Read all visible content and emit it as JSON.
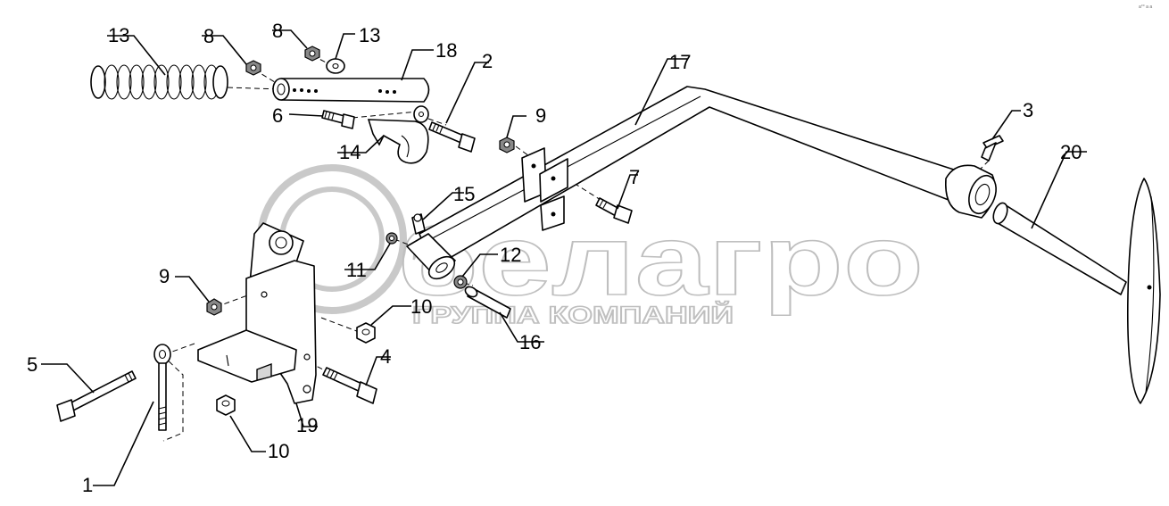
{
  "watermark": {
    "brand": "белагро",
    "tagline": "ГРУППА КОМПАНИЙ"
  },
  "corner_code": "a°° a a",
  "callouts": [
    {
      "id": "c1",
      "text": "1"
    },
    {
      "id": "c2",
      "text": "2"
    },
    {
      "id": "c3",
      "text": "3"
    },
    {
      "id": "c4",
      "text": "4"
    },
    {
      "id": "c5",
      "text": "5"
    },
    {
      "id": "c6",
      "text": "6"
    },
    {
      "id": "c7",
      "text": "7"
    },
    {
      "id": "c8a",
      "text": "8"
    },
    {
      "id": "c8b",
      "text": "8"
    },
    {
      "id": "c9a",
      "text": "9"
    },
    {
      "id": "c9b",
      "text": "9"
    },
    {
      "id": "c10a",
      "text": "10"
    },
    {
      "id": "c10b",
      "text": "10"
    },
    {
      "id": "c11",
      "text": "11"
    },
    {
      "id": "c12",
      "text": "12"
    },
    {
      "id": "c13a",
      "text": "13"
    },
    {
      "id": "c13b",
      "text": "13"
    },
    {
      "id": "c14",
      "text": "14"
    },
    {
      "id": "c15",
      "text": "15"
    },
    {
      "id": "c16",
      "text": "16"
    },
    {
      "id": "c17",
      "text": "17"
    },
    {
      "id": "c18",
      "text": "18"
    },
    {
      "id": "c19",
      "text": "19"
    },
    {
      "id": "c20",
      "text": "20"
    }
  ]
}
